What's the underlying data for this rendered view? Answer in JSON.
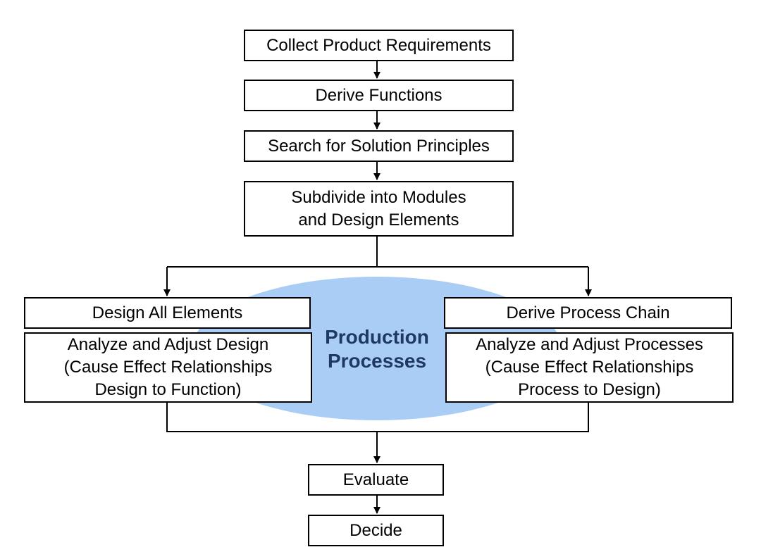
{
  "colors": {
    "ellipse_fill": "#aacdf6",
    "ellipse_text": "#1f3864",
    "box_border": "#000000",
    "connector": "#000000"
  },
  "steps": {
    "collect": "Collect Product Requirements",
    "derive_functions": "Derive Functions",
    "search": "Search for Solution Principles",
    "subdivide": [
      "Subdivide into Modules",
      "and Design Elements"
    ],
    "design_all": "Design All Elements",
    "analyze_design": [
      "Analyze and Adjust Design",
      "(Cause Effect Relationships",
      "Design to Function)"
    ],
    "derive_process": "Derive Process Chain",
    "analyze_processes": [
      "Analyze and Adjust Processes",
      "(Cause Effect Relationships",
      "Process to Design)"
    ],
    "evaluate": "Evaluate",
    "decide": "Decide"
  },
  "center_label": [
    "Production",
    "Processes"
  ]
}
